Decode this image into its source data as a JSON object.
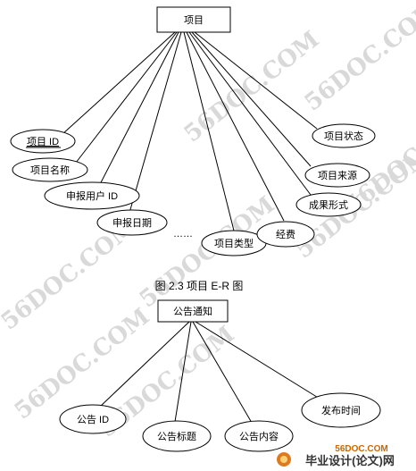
{
  "diagram1": {
    "entity": "项目",
    "attributes": [
      {
        "label": "项目 ID",
        "underline": true
      },
      {
        "label": "项目名称"
      },
      {
        "label": "申报用户 ID"
      },
      {
        "label": "申报日期"
      },
      {
        "label": "项目类型"
      },
      {
        "label": "经费"
      },
      {
        "label": "成果形式"
      },
      {
        "label": "项目来源"
      },
      {
        "label": "项目状态"
      }
    ],
    "ellipsis": "……",
    "caption": "图 2.3 项目 E-R 图"
  },
  "diagram2": {
    "entity": "公告通知",
    "attributes": [
      {
        "label": "公告 ID"
      },
      {
        "label": "公告标题"
      },
      {
        "label": "公告内容"
      },
      {
        "label": "发布时间"
      }
    ]
  },
  "watermark": {
    "text": "56DOC.COM",
    "brand_small": "56DOC.COM",
    "brand_main": "毕业设计(论文)网"
  },
  "colors": {
    "stroke": "#000000",
    "watermark": "#d9d9d9",
    "brand_accent": "#cc6600"
  }
}
